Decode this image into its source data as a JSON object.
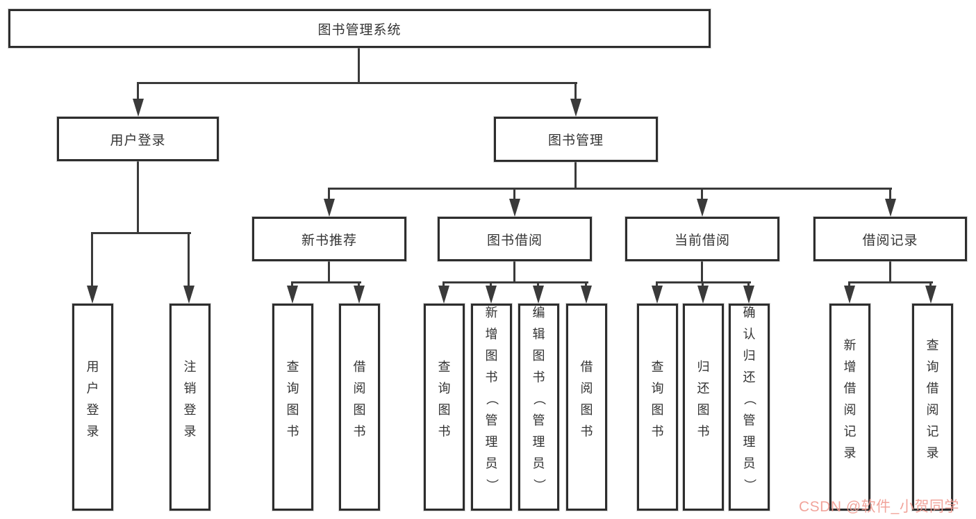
{
  "diagram_title": "图书管理系统",
  "tree": {
    "label": "图书管理系统",
    "children": [
      {
        "label": "用户登录",
        "children": [
          {
            "label": "用户登录"
          },
          {
            "label": "注销登录"
          }
        ]
      },
      {
        "label": "图书管理",
        "children": [
          {
            "label": "新书推荐",
            "children": [
              {
                "label": "查询图书"
              },
              {
                "label": "借阅图书"
              }
            ]
          },
          {
            "label": "图书借阅",
            "children": [
              {
                "label": "查询图书"
              },
              {
                "label": "新增图书（管理员）"
              },
              {
                "label": "编辑图书（管理员）"
              },
              {
                "label": "借阅图书"
              }
            ]
          },
          {
            "label": "当前借阅",
            "children": [
              {
                "label": "查询图书"
              },
              {
                "label": "归还图书"
              },
              {
                "label": "确认归还（管理员）"
              }
            ]
          },
          {
            "label": "借阅记录",
            "children": [
              {
                "label": "新增借阅记录"
              },
              {
                "label": "查询借阅记录"
              }
            ]
          }
        ]
      }
    ]
  },
  "watermark": {
    "text": "CSDN @软件_小贺同学",
    "color": "#f09b91"
  },
  "colors": {
    "line": "#3a3a3a",
    "border": "#2d2d2d",
    "text": "#333333",
    "background": "#ffffff"
  }
}
